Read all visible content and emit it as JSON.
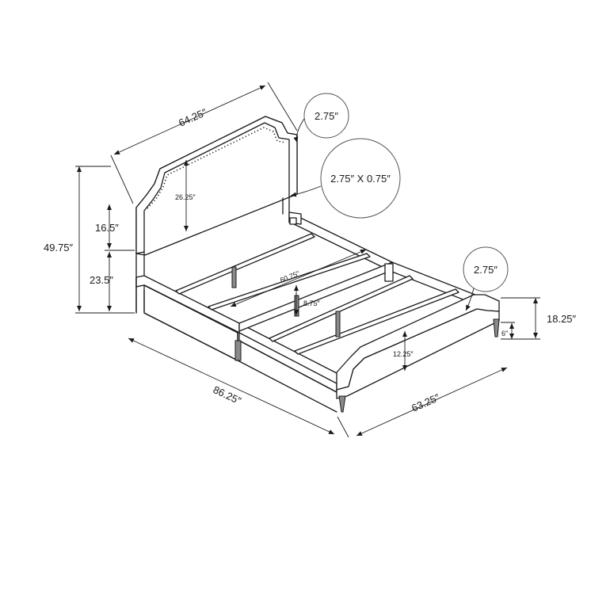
{
  "dimensions": {
    "headboard_width": "64.25″",
    "headboard_panel_height": "26.25″",
    "headboard_upper": "16.5″",
    "overall_height": "49.75″",
    "headboard_lower": "23.5″",
    "inner_length": "60.75″",
    "leg_clearance": "8.75″",
    "footboard_height": "12.25″",
    "overall_length": "86.25″",
    "overall_width": "63.25″",
    "rail_height": "18.25″",
    "leg_height": "6″"
  },
  "callouts": {
    "headboard_thickness": "2.75″",
    "slat_size": "2.75″ X 0.75″",
    "footboard_thickness": "2.75″"
  },
  "colors": {
    "line": "#1a1a1a",
    "leg_fill": "#8a8a8a",
    "background": "#ffffff"
  }
}
